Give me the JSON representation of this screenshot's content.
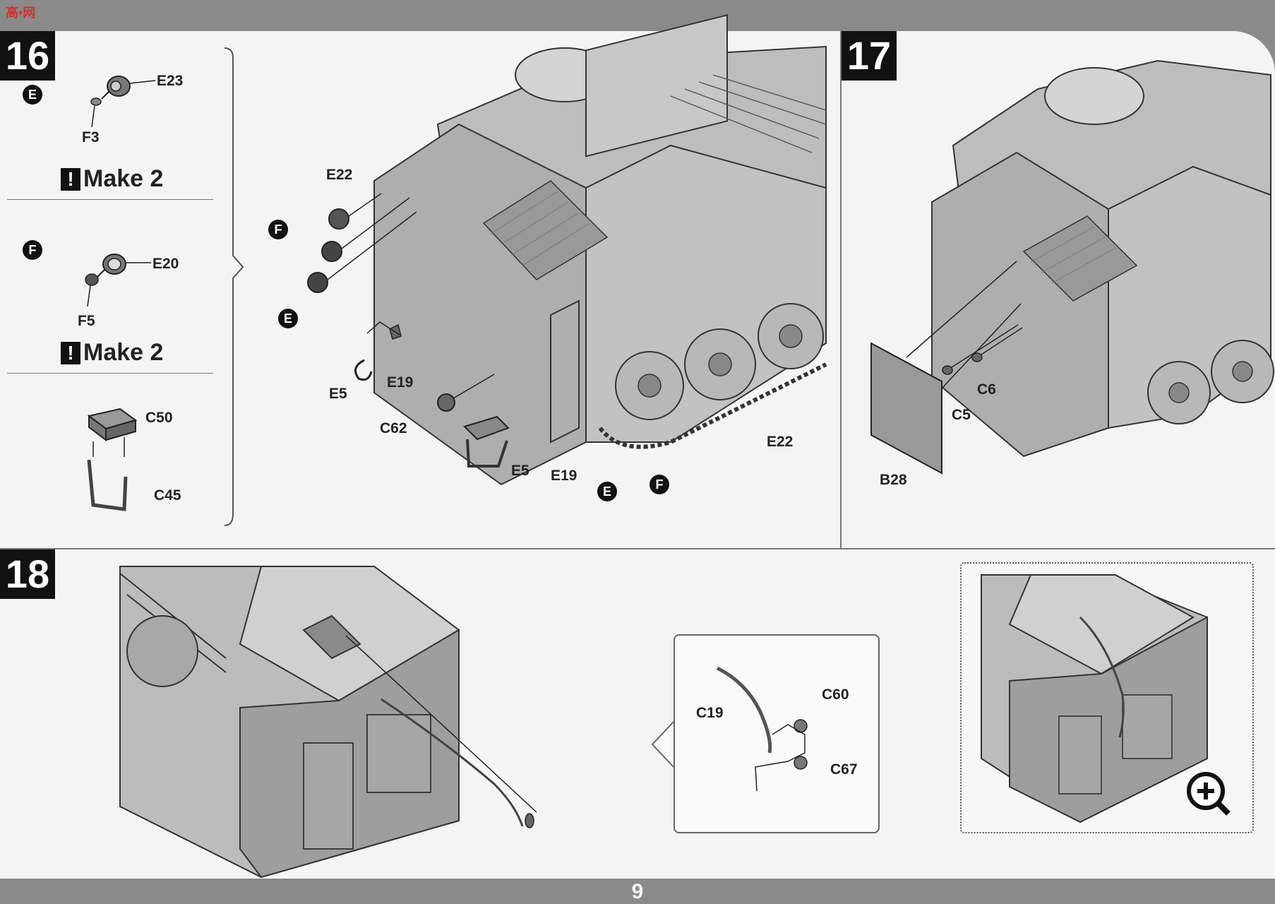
{
  "page": {
    "number": "9",
    "watermark": "高•网"
  },
  "steps": [
    {
      "number": "16"
    },
    {
      "number": "17"
    },
    {
      "number": "18"
    }
  ],
  "step16": {
    "subE": {
      "marker": "E",
      "parts": [
        "E23",
        "F3"
      ],
      "make_label": "Make 2"
    },
    "subF": {
      "marker": "F",
      "parts": [
        "E20",
        "F5"
      ],
      "make_label": "Make 2"
    },
    "step_parts": [
      "C50",
      "C45"
    ],
    "callouts": [
      "E22",
      "E19",
      "E5",
      "C62",
      "E5",
      "E19",
      "E22"
    ],
    "markers": [
      "F",
      "E",
      "E",
      "F"
    ]
  },
  "step17": {
    "callouts": [
      "C6",
      "C5",
      "B28"
    ]
  },
  "step18": {
    "detail_parts": [
      "C19",
      "C60",
      "C67"
    ],
    "zoom_icon": "zoom-in-icon"
  },
  "colors": {
    "ink": "#111111",
    "paper": "#f4f4f4",
    "frame": "#8a8a8a"
  }
}
